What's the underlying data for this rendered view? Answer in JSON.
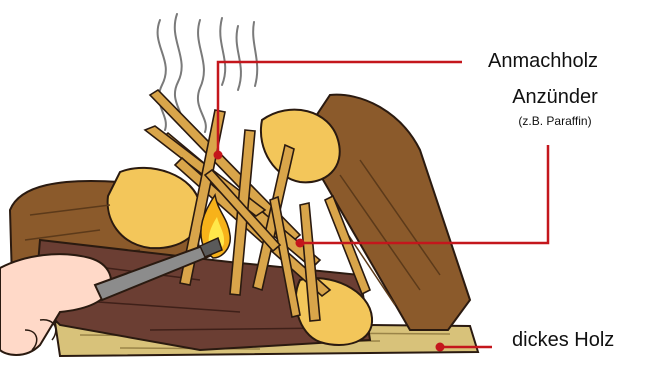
{
  "colors": {
    "callout_line": "#c4161c",
    "outline": "#2a1a10",
    "log_bark": "#8b5a2b",
    "log_face": "#f3c65a",
    "dark_log": "#6b3e33",
    "base_plank": "#d8c27a",
    "kindling": "#d9a54a",
    "flame_outer": "#f7b21a",
    "flame_inner": "#ffe84a",
    "smoke": "#7a7a7a",
    "hand": "#ffd9c8",
    "lighter": "#8c8c8c"
  },
  "labels": {
    "kindling": "Anmachholz",
    "fire_starter": "Anzünder",
    "fire_starter_note": "(z.B. Paraffin)",
    "thick_wood": "dickes Holz"
  },
  "icons": [
    "smoke-icon",
    "flame-icon",
    "hand-icon",
    "lighter-icon"
  ]
}
